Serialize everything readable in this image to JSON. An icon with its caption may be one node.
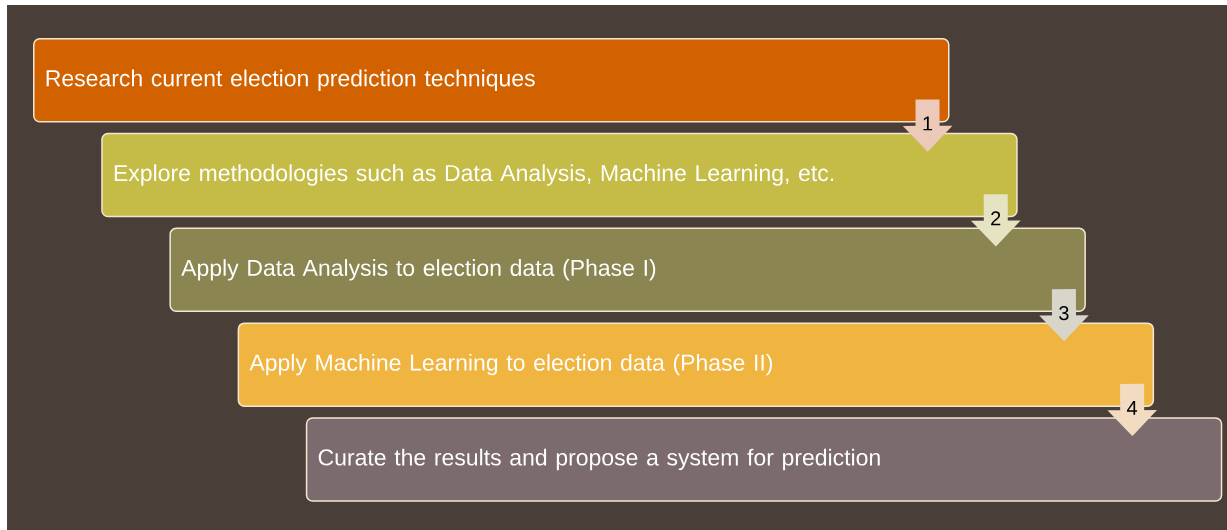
{
  "diagram": {
    "nodes": [
      {
        "text": [
          "Research current election prediction techniques"
        ]
      },
      {
        "text": [
          "Explore methodologies such as Data Analysis, Machine Learning, etc."
        ]
      },
      {
        "text": [
          "Apply Data Analysis to election data (Phase I)"
        ]
      },
      {
        "text": [
          "Apply Machine Learning to election data (Phase II)"
        ]
      },
      {
        "text": [
          "Curate the results and propose a system for prediction"
        ]
      }
    ],
    "edges": [
      {
        "from": 0,
        "to": 1,
        "arrow": "to",
        "label": "1",
        "color": "#ecc9b9"
      },
      {
        "from": 1,
        "to": 2,
        "arrow": "to",
        "label": "2",
        "color": "#e5e3c2"
      },
      {
        "from": 2,
        "to": 3,
        "arrow": "to",
        "label": "3",
        "color": "#d8d5ca"
      },
      {
        "from": 3,
        "to": 4,
        "arrow": "to",
        "label": "4",
        "color": "#f2dcc1"
      }
    ]
  }
}
